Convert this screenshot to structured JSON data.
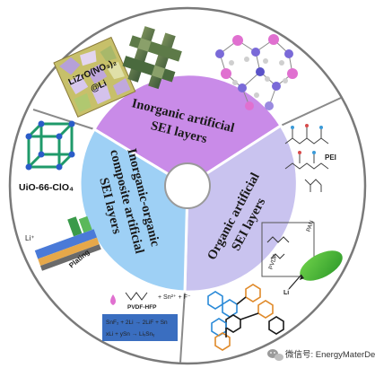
{
  "sectors": {
    "inorganic": {
      "line1": "Inorganic artificial",
      "line2": "SEI layers",
      "color": "#c98be8"
    },
    "organic": {
      "line1": "Organic artificial",
      "line2": "SEI layers",
      "color": "#c9c3ef"
    },
    "composite": {
      "line1": "Inorganic-organic",
      "line2": "composite artificial",
      "line3": "SEI layers",
      "color": "#9ed0f5"
    }
  },
  "outer": {
    "lizro_line1": "LiZrO(NO₃)₂",
    "lizro_line2": "@Li",
    "uio_label": "UiO-66-ClO₄",
    "plating_label": "Plating",
    "li_label": "Li⁺",
    "pvdf_hfp_label": "PVDF-HFP",
    "sn_eq1": "SnF₂ + 2Li → 2LiF + Sn",
    "sn_eq2": "xLi + ySn → LiₓSnᵧ",
    "sn_plus": "+ Sn²⁺ + F⁻",
    "pvdf_label": "PVDF",
    "pan_label": "PAN",
    "pei_label": "PEI",
    "li_small": "Li"
  },
  "watermark": {
    "text": "微信号: EnergyMaterDev",
    "icon": "wechat-icon"
  }
}
